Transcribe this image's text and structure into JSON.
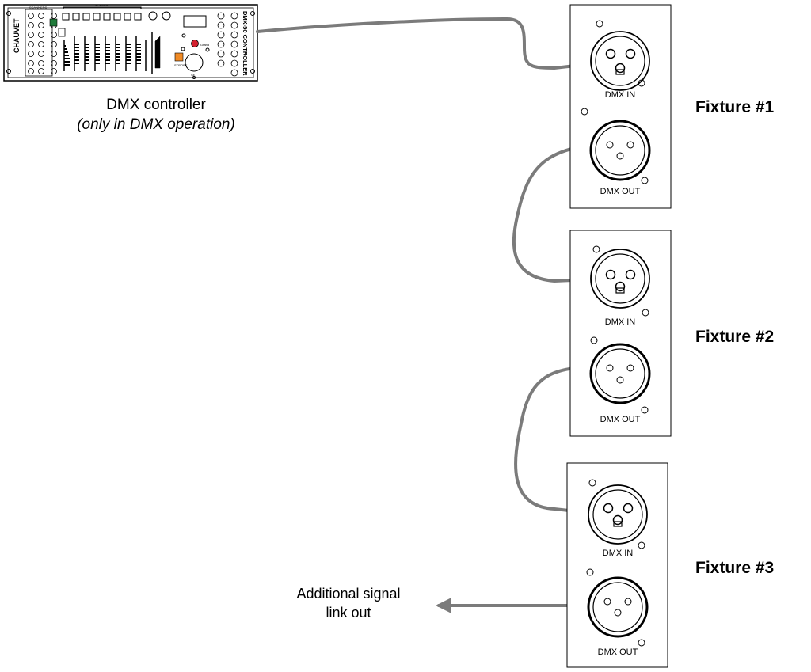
{
  "controller": {
    "caption": "DMX controller",
    "note": "(only in DMX operation)",
    "brand": "CHAUVET",
    "model": "DMX-50 CONTROLLER",
    "small_labels": {
      "scanners": "SCANNERS",
      "scenes": "SCENES",
      "grand": "Grand",
      "strobe": "STROBE",
      "set": "SET"
    }
  },
  "fixtures": [
    {
      "name": "Fixture #1",
      "in_label": "DMX IN",
      "out_label": "DMX OUT"
    },
    {
      "name": "Fixture #2",
      "in_label": "DMX IN",
      "out_label": "DMX OUT"
    },
    {
      "name": "Fixture #3",
      "in_label": "DMX IN",
      "out_label": "DMX OUT"
    }
  ],
  "signal_out": {
    "line1": "Additional signal",
    "line2": "link out"
  },
  "colors": {
    "cable": "#7b7b7b",
    "outline": "#000000",
    "accent_green": "#1f7a3a",
    "accent_orange": "#f08a24",
    "accent_red": "#d3202f"
  }
}
